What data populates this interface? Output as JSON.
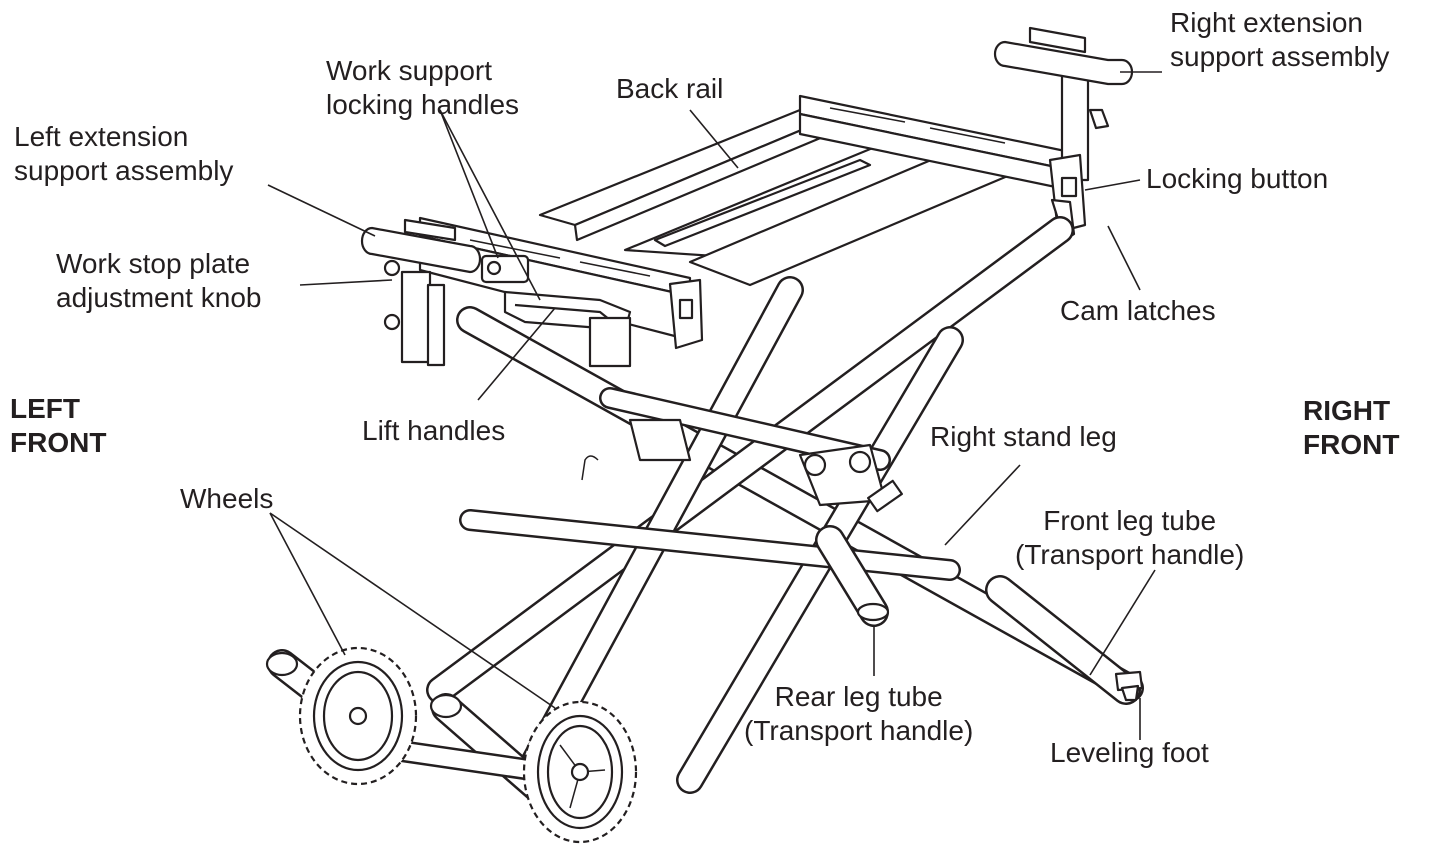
{
  "labels": {
    "right_extension": [
      "Right extension",
      "support assembly"
    ],
    "work_support": [
      "Work support",
      "locking handles"
    ],
    "back_rail": "Back rail",
    "left_extension": [
      "Left extension",
      "support assembly"
    ],
    "locking_button": "Locking button",
    "work_stop": [
      "Work stop plate",
      "adjustment knob"
    ],
    "cam_latches": "Cam latches",
    "left_front": [
      "LEFT",
      "FRONT"
    ],
    "right_front": [
      "RIGHT",
      "FRONT"
    ],
    "lift_handles": "Lift handles",
    "right_stand_leg": "Right stand leg",
    "wheels": "Wheels",
    "front_leg_tube": [
      "Front leg tube",
      "(Transport handle)"
    ],
    "rear_leg_tube": [
      "Rear leg tube",
      "(Transport handle)"
    ],
    "leveling_foot": "Leveling foot"
  }
}
